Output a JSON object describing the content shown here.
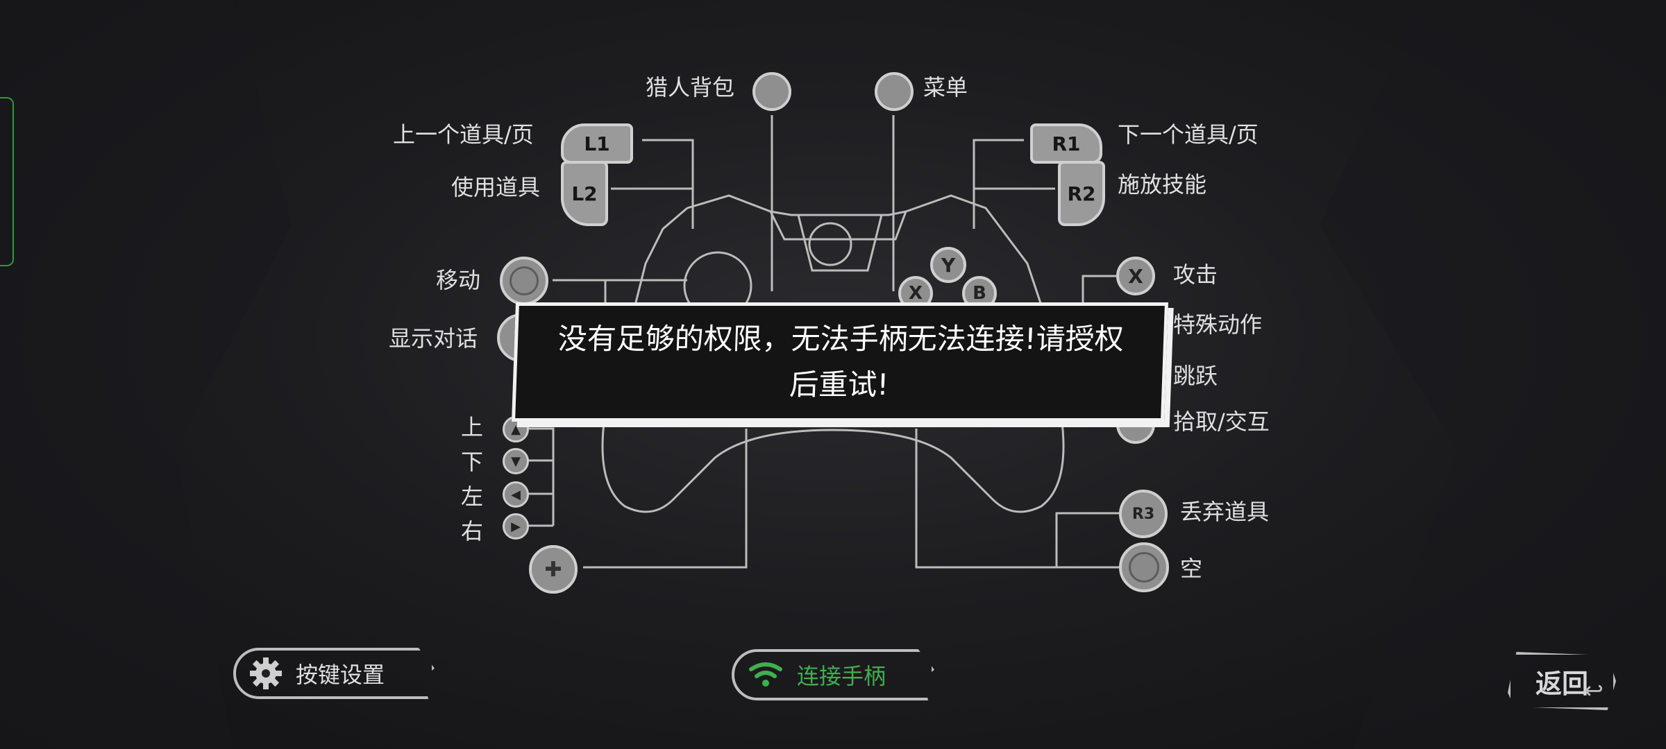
{
  "labels": {
    "hunter_bag": "猎人背包",
    "menu": "菜单",
    "prev_item": "上一个道具/页",
    "use_item": "使用道具",
    "next_item": "下一个道具/页",
    "cast_skill": "施放技能",
    "move": "移动",
    "show_dialog": "显示对话",
    "attack": "攻击",
    "special_action": "特殊动作",
    "jump": "跳跃",
    "pickup": "拾取/交互",
    "up": "上",
    "down": "下",
    "left": "左",
    "right": "右",
    "drop_item": "丢弃道具",
    "empty": "空"
  },
  "buttons": {
    "L1": "L1",
    "L2": "L2",
    "R1": "R1",
    "R2": "R2",
    "R3": "R3",
    "X": "X",
    "Y": "Y",
    "B": "B",
    "Xface": "X"
  },
  "toast": {
    "message": "没有足够的权限，无法手柄无法连接!请授权后重试!"
  },
  "bottom": {
    "key_settings": "按键设置",
    "connect_controller": "连接手柄",
    "back": "返回"
  },
  "colors": {
    "accent_green": "#3fb050",
    "text": "#e0e0e0",
    "bg": "#1d1d20"
  }
}
